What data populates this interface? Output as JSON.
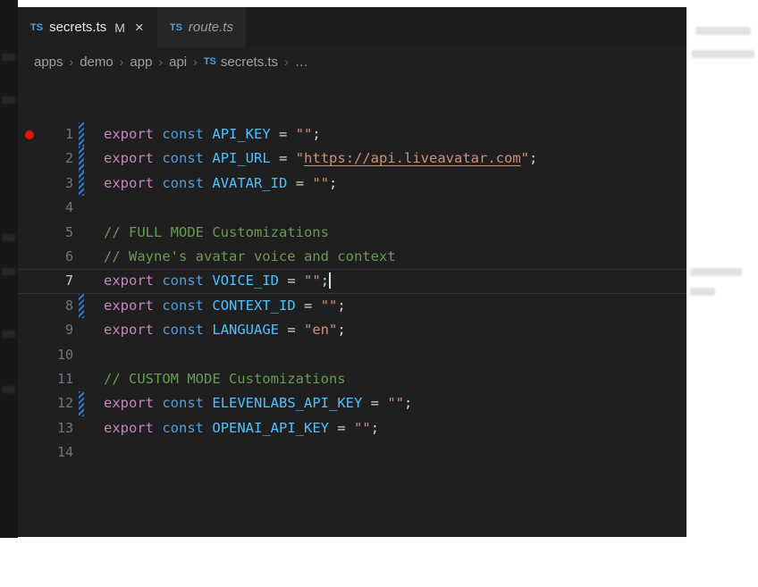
{
  "tabs": {
    "items": [
      {
        "icon": "TS",
        "label": "secrets.ts",
        "badge": "M",
        "close": "×",
        "active": true,
        "italic": false
      },
      {
        "icon": "TS",
        "label": "route.ts",
        "badge": "",
        "close": "",
        "active": false,
        "italic": true
      }
    ]
  },
  "breadcrumb": {
    "separator": "›",
    "items": [
      {
        "label": "apps"
      },
      {
        "label": "demo"
      },
      {
        "label": "app"
      },
      {
        "label": "api"
      },
      {
        "icon": "TS",
        "label": "secrets.ts"
      },
      {
        "label": "…"
      }
    ]
  },
  "editor": {
    "colors": {
      "background": "#1f1f1f",
      "keyword": "#c586c0",
      "storage": "#569cd6",
      "variable": "#4fc1ff",
      "string": "#ce9178",
      "comment": "#6a9955",
      "punctuation": "#d4d4d4",
      "breakpoint": "#e51400",
      "modified_indicator": "#2d7bd4"
    },
    "lines": [
      {
        "num": "1",
        "breakpoint": true,
        "modified": true,
        "tokens": [
          [
            "export",
            "k1"
          ],
          [
            " ",
            "p"
          ],
          [
            "const",
            "k2"
          ],
          [
            " ",
            "p"
          ],
          [
            "API_KEY",
            "v"
          ],
          [
            " = ",
            "p"
          ],
          [
            "\"\"",
            "s"
          ],
          [
            ";",
            "p"
          ]
        ]
      },
      {
        "num": "2",
        "modified": true,
        "tokens": [
          [
            "export",
            "k1"
          ],
          [
            " ",
            "p"
          ],
          [
            "const",
            "k2"
          ],
          [
            " ",
            "p"
          ],
          [
            "API_URL",
            "v"
          ],
          [
            " = ",
            "p"
          ],
          [
            "\"",
            "s"
          ],
          [
            "https://api.liveavatar.com",
            "su"
          ],
          [
            "\"",
            "s"
          ],
          [
            ";",
            "p"
          ]
        ]
      },
      {
        "num": "3",
        "modified": true,
        "tokens": [
          [
            "export",
            "k1"
          ],
          [
            " ",
            "p"
          ],
          [
            "const",
            "k2"
          ],
          [
            " ",
            "p"
          ],
          [
            "AVATAR_ID",
            "v"
          ],
          [
            " = ",
            "p"
          ],
          [
            "\"\"",
            "s"
          ],
          [
            ";",
            "p"
          ]
        ]
      },
      {
        "num": "4",
        "tokens": []
      },
      {
        "num": "5",
        "tokens": [
          [
            "// FULL MODE Customizations",
            "c"
          ]
        ]
      },
      {
        "num": "6",
        "tokens": [
          [
            "// Wayne's avatar voice and context",
            "c"
          ]
        ]
      },
      {
        "num": "7",
        "current": true,
        "cursor": true,
        "tokens": [
          [
            "export",
            "k1"
          ],
          [
            " ",
            "p"
          ],
          [
            "const",
            "k2"
          ],
          [
            " ",
            "p"
          ],
          [
            "VOICE_ID",
            "v"
          ],
          [
            " = ",
            "p"
          ],
          [
            "\"\"",
            "s"
          ],
          [
            ";",
            "p"
          ]
        ]
      },
      {
        "num": "8",
        "modified": true,
        "tokens": [
          [
            "export",
            "k1"
          ],
          [
            " ",
            "p"
          ],
          [
            "const",
            "k2"
          ],
          [
            " ",
            "p"
          ],
          [
            "CONTEXT_ID",
            "v"
          ],
          [
            " = ",
            "p"
          ],
          [
            "\"\"",
            "s"
          ],
          [
            ";",
            "p"
          ]
        ]
      },
      {
        "num": "9",
        "tokens": [
          [
            "export",
            "k1"
          ],
          [
            " ",
            "p"
          ],
          [
            "const",
            "k2"
          ],
          [
            " ",
            "p"
          ],
          [
            "LANGUAGE",
            "v"
          ],
          [
            " = ",
            "p"
          ],
          [
            "\"en\"",
            "s"
          ],
          [
            ";",
            "p"
          ]
        ]
      },
      {
        "num": "10",
        "tokens": []
      },
      {
        "num": "11",
        "tokens": [
          [
            "// CUSTOM MODE Customizations",
            "c"
          ]
        ]
      },
      {
        "num": "12",
        "modified": true,
        "tokens": [
          [
            "export",
            "k1"
          ],
          [
            " ",
            "p"
          ],
          [
            "const",
            "k2"
          ],
          [
            " ",
            "p"
          ],
          [
            "ELEVENLABS_API_KEY",
            "v"
          ],
          [
            " = ",
            "p"
          ],
          [
            "\"\"",
            "s"
          ],
          [
            ";",
            "p"
          ]
        ]
      },
      {
        "num": "13",
        "tokens": [
          [
            "export",
            "k1"
          ],
          [
            " ",
            "p"
          ],
          [
            "const",
            "k2"
          ],
          [
            " ",
            "p"
          ],
          [
            "OPENAI_API_KEY",
            "v"
          ],
          [
            " = ",
            "p"
          ],
          [
            "\"\"",
            "s"
          ],
          [
            ";",
            "p"
          ]
        ]
      },
      {
        "num": "14",
        "tokens": []
      }
    ]
  }
}
